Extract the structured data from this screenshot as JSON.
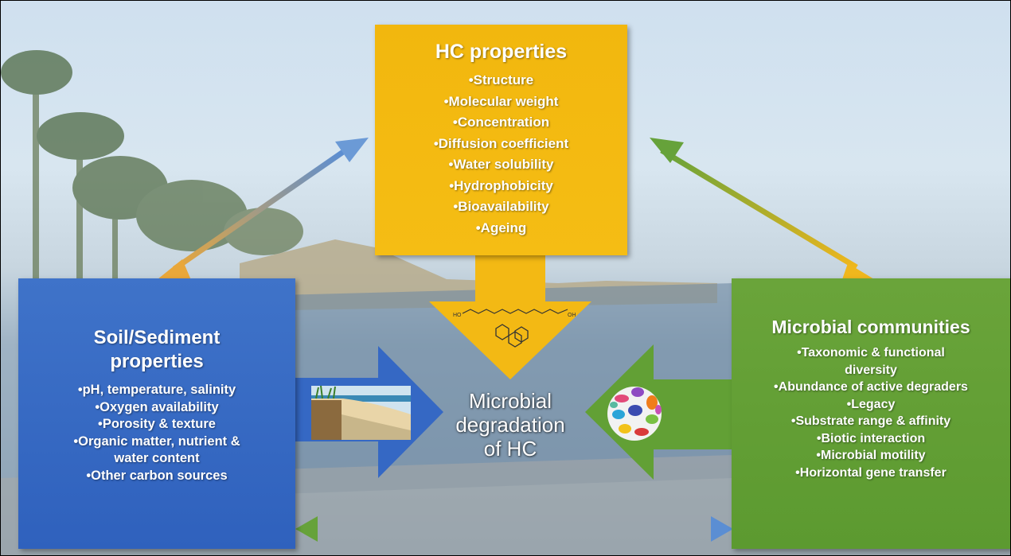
{
  "hc_box": {
    "title": "HC properties",
    "items": [
      "•Structure",
      "•Molecular weight",
      "•Concentration",
      "•Diffusion coefficient",
      "•Water solubility",
      "•Hydrophobicity",
      "•Bioavailability",
      "•Ageing"
    ]
  },
  "soil_box": {
    "title": "Soil/Sediment properties",
    "items": [
      "•pH, temperature, salinity",
      "•Oxygen availability",
      "•Porosity & texture",
      "•Organic matter, nutrient & water content",
      "•Other carbon sources"
    ]
  },
  "micro_box": {
    "title": "Microbial communities",
    "items": [
      "•Taxonomic & functional diversity",
      "•Abundance of active degraders",
      "•Legacy",
      "•Substrate range & affinity",
      "•Biotic interaction",
      "•Microbial motility",
      "•Horizontal gene transfer"
    ]
  },
  "center_label": "Microbial\ndegradation\nof HC",
  "molecule_labels": {
    "left": "HO",
    "right": "OH"
  },
  "colors": {
    "hc": "#f2b70e",
    "soil": "#3366c4",
    "micro": "#62a035"
  },
  "icons": [
    "palm-trees",
    "beach-soil-profile-icon",
    "microbes-cluster-icon",
    "phenanthrene-molecule-icon",
    "alkane-chain-icon"
  ]
}
